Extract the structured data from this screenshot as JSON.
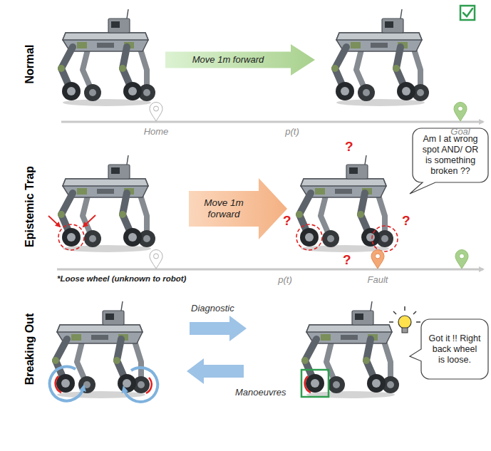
{
  "diagram": {
    "nodes": [
      {
        "text": [
          "Move 1m forward"
        ]
      },
      {
        "text": [
          "Move 1m forward"
        ]
      },
      {
        "text": [
          "Am I at wrong spot AND/ OR is something broken ??"
        ]
      },
      {
        "text": [
          "Got it !! Right back wheel is loose."
        ]
      }
    ],
    "labels": [
      "Normal",
      "Epistemic Trap",
      "Breaking Out",
      "Home",
      "p(t)",
      "Goal",
      "*Loose wheel (unknown to robot)",
      "p(t)",
      "Fault",
      "?",
      "?",
      "?",
      "?",
      "Diagnostic",
      "Manoeuvres"
    ]
  }
}
